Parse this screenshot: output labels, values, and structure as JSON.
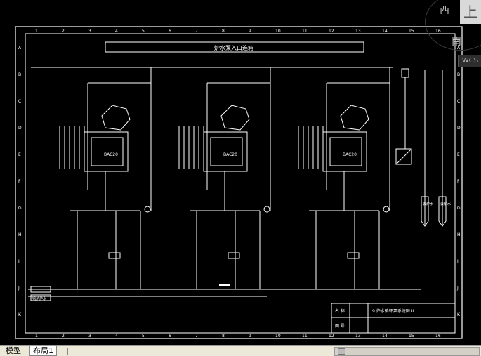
{
  "viewcube": {
    "west": "西",
    "south": "南",
    "top": "上",
    "wcs": "WCS"
  },
  "drawing": {
    "header_title": "炉水泵入口连箱",
    "col_numbers": [
      "1",
      "2",
      "3",
      "4",
      "5",
      "6",
      "7",
      "8",
      "9",
      "10",
      "11",
      "12",
      "13",
      "14",
      "15",
      "16"
    ],
    "row_letters": [
      "A",
      "B",
      "C",
      "D",
      "E",
      "F",
      "G",
      "H",
      "I",
      "J",
      "K"
    ],
    "pump_labels": [
      "BAC20",
      "BAC20",
      "BAC20"
    ],
    "title_block": {
      "name_label": "名 称",
      "number_label": "图 号",
      "name_value": "9 炉水循环泵系统图 II"
    },
    "left_box_label": "锅炉炉水",
    "right_vertical_labels": [
      "去炉水",
      "去炉水"
    ]
  },
  "tabs": {
    "model": "模型",
    "layout1": "布局1"
  },
  "colors": {
    "background": "#000000",
    "lines": "#ffffff",
    "tabbar": "#ece9d8"
  }
}
